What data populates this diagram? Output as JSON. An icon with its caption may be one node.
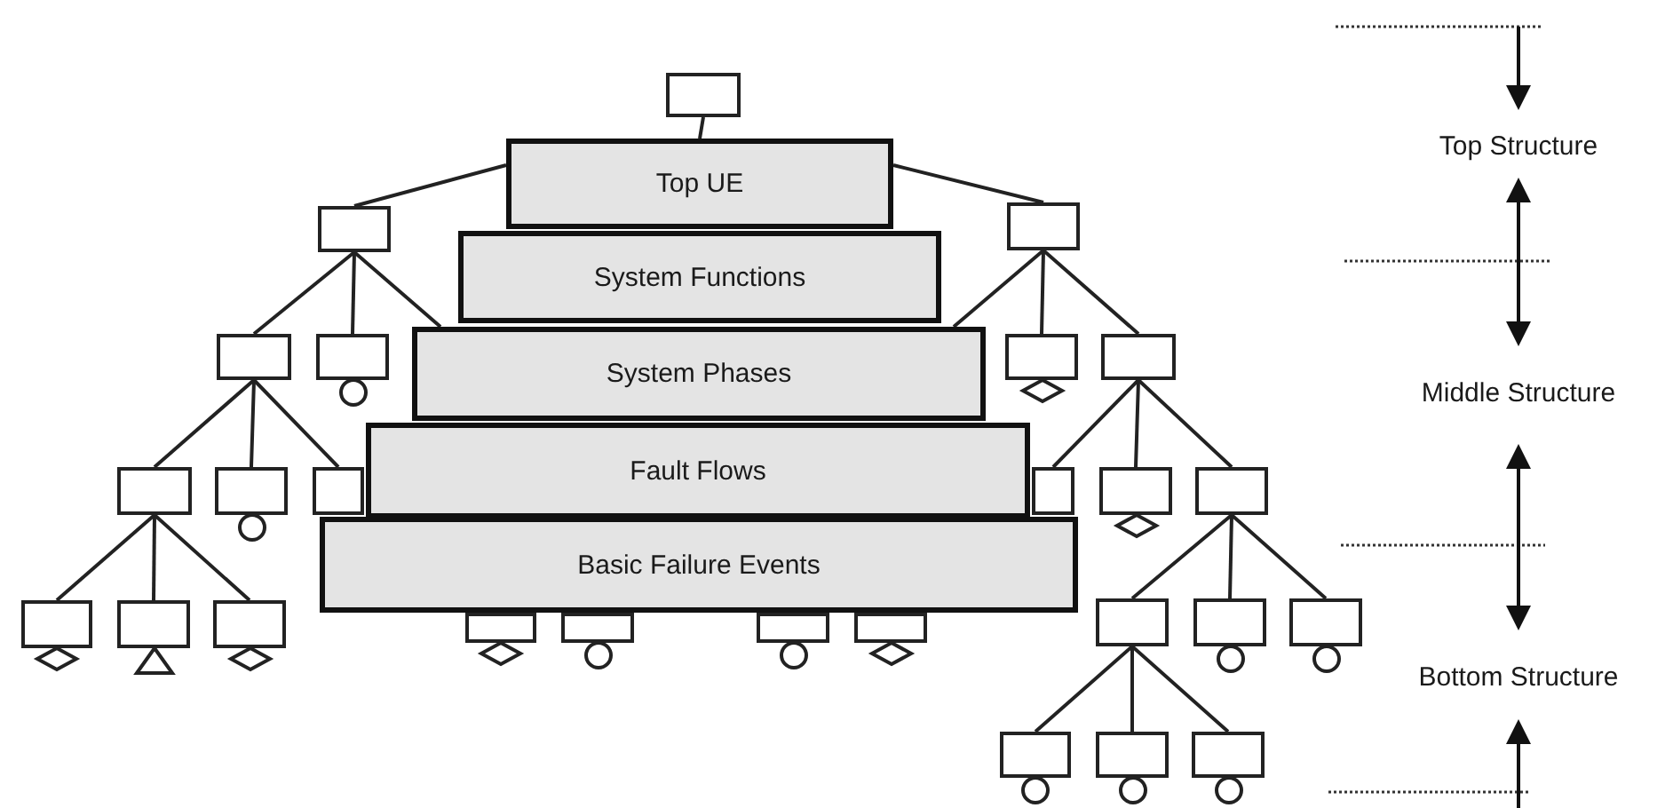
{
  "diagram": {
    "nodes": [
      {
        "text": [],
        "shape": "box"
      },
      {
        "text": [
          "Top UE"
        ]
      },
      {
        "text": [
          "System Functions"
        ]
      },
      {
        "text": [
          "System Phases"
        ]
      },
      {
        "text": [
          "Fault Flows"
        ]
      },
      {
        "text": [
          "Basic Failure Events"
        ]
      },
      {
        "text": [],
        "shape": "box"
      },
      {
        "text": [],
        "shape": "box"
      },
      {
        "text": [],
        "shape": "box"
      },
      {
        "text": [],
        "shape": "box"
      },
      {
        "text": [],
        "shape": "box"
      },
      {
        "text": [],
        "shape": "box"
      },
      {
        "text": [],
        "shape": "box"
      },
      {
        "text": [],
        "shape": "box"
      },
      {
        "text": [],
        "shape": "box"
      },
      {
        "text": [],
        "shape": "box"
      },
      {
        "text": [],
        "shape": "box"
      },
      {
        "text": [],
        "shape": "box"
      },
      {
        "text": [],
        "shape": "box"
      },
      {
        "text": [],
        "shape": "box"
      },
      {
        "text": [],
        "shape": "box"
      },
      {
        "text": [],
        "shape": "box"
      },
      {
        "text": [],
        "shape": "box"
      },
      {
        "text": [],
        "shape": "box"
      },
      {
        "text": [],
        "shape": "box"
      },
      {
        "text": [],
        "shape": "box"
      },
      {
        "text": [],
        "shape": "box"
      },
      {
        "text": [],
        "shape": "box"
      },
      {
        "text": [],
        "shape": "box"
      },
      {
        "text": [],
        "shape": "box"
      },
      {
        "text": [],
        "shape": "box"
      }
    ],
    "edges": [
      {
        "from": 0,
        "to": 1,
        "arrow": "none"
      },
      {
        "from": 1,
        "to": 6,
        "arrow": "none"
      },
      {
        "from": 1,
        "to": 7,
        "arrow": "none"
      },
      {
        "from": 6,
        "to": 8,
        "arrow": "none"
      },
      {
        "from": 6,
        "to": 9,
        "arrow": "none"
      },
      {
        "from": 6,
        "to": 3,
        "arrow": "none"
      },
      {
        "from": 8,
        "to": 12,
        "arrow": "none"
      },
      {
        "from": 8,
        "to": 13,
        "arrow": "none"
      },
      {
        "from": 8,
        "to": 14,
        "arrow": "none"
      },
      {
        "from": 12,
        "to": 18,
        "arrow": "none"
      },
      {
        "from": 12,
        "to": 19,
        "arrow": "none"
      },
      {
        "from": 12,
        "to": 20,
        "arrow": "none"
      },
      {
        "from": 7,
        "to": 3,
        "arrow": "none"
      },
      {
        "from": 7,
        "to": 10,
        "arrow": "none"
      },
      {
        "from": 7,
        "to": 11,
        "arrow": "none"
      },
      {
        "from": 11,
        "to": 15,
        "arrow": "none"
      },
      {
        "from": 11,
        "to": 16,
        "arrow": "none"
      },
      {
        "from": 11,
        "to": 17,
        "arrow": "none"
      },
      {
        "from": 17,
        "to": 25,
        "arrow": "none"
      },
      {
        "from": 17,
        "to": 26,
        "arrow": "none"
      },
      {
        "from": 17,
        "to": 27,
        "arrow": "none"
      },
      {
        "from": 25,
        "to": 28,
        "arrow": "none"
      },
      {
        "from": 25,
        "to": 29,
        "arrow": "none"
      },
      {
        "from": 25,
        "to": 30,
        "arrow": "none"
      }
    ],
    "labels": [
      "Top Structure",
      "Middle Structure",
      "Bottom Structure"
    ]
  }
}
